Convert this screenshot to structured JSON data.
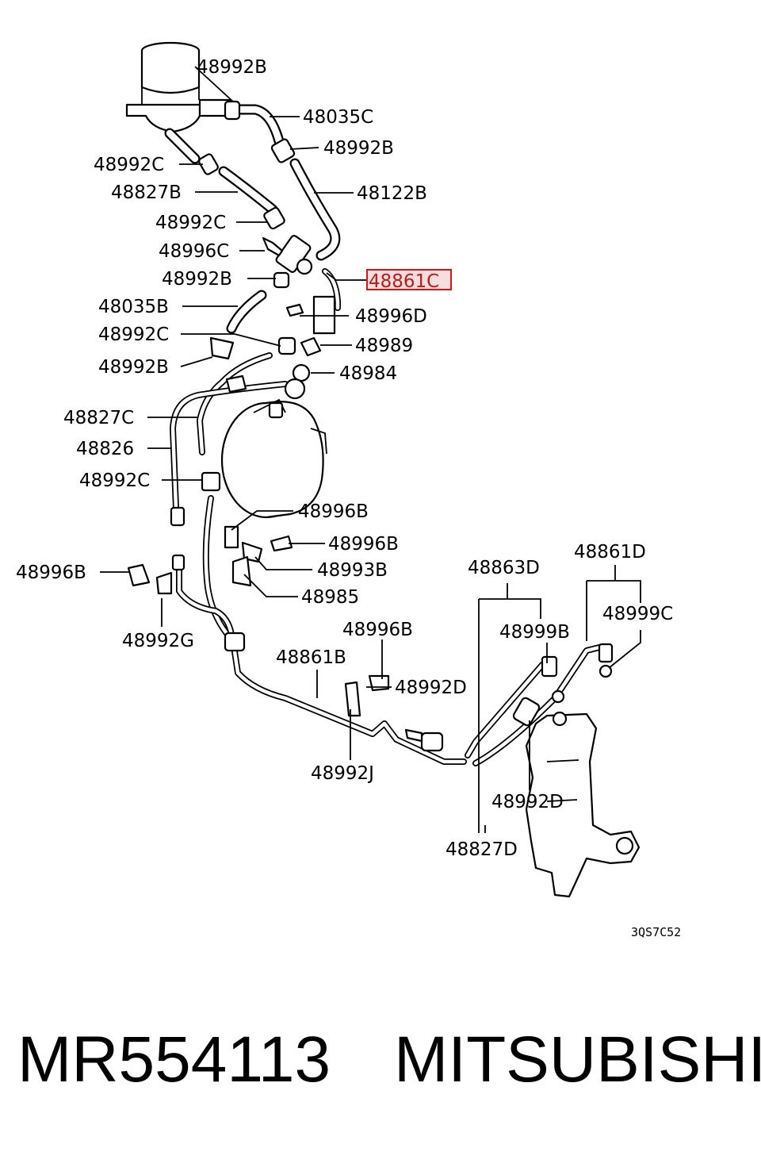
{
  "diagram": {
    "callouts": [
      {
        "id": "c01",
        "text": "48992B"
      },
      {
        "id": "c02",
        "text": "48035C"
      },
      {
        "id": "c03",
        "text": "48992B"
      },
      {
        "id": "c04",
        "text": "48992C"
      },
      {
        "id": "c05",
        "text": "48827B"
      },
      {
        "id": "c06",
        "text": "48122B"
      },
      {
        "id": "c07",
        "text": "48992C"
      },
      {
        "id": "c08",
        "text": "48996C"
      },
      {
        "id": "c09",
        "text": "48992B"
      },
      {
        "id": "c10",
        "text": "48861C",
        "highlighted": true
      },
      {
        "id": "c11",
        "text": "48035B"
      },
      {
        "id": "c12",
        "text": "48996D"
      },
      {
        "id": "c13",
        "text": "48992C"
      },
      {
        "id": "c14",
        "text": "48989"
      },
      {
        "id": "c15",
        "text": "48992B"
      },
      {
        "id": "c16",
        "text": "48984"
      },
      {
        "id": "c17",
        "text": "48827C"
      },
      {
        "id": "c18",
        "text": "48826"
      },
      {
        "id": "c19",
        "text": "48992C"
      },
      {
        "id": "c20",
        "text": "48996B"
      },
      {
        "id": "c21",
        "text": "48996B"
      },
      {
        "id": "c22",
        "text": "48993B"
      },
      {
        "id": "c23",
        "text": "48996B"
      },
      {
        "id": "c24",
        "text": "48985"
      },
      {
        "id": "c25",
        "text": "48861D"
      },
      {
        "id": "c26",
        "text": "48863D"
      },
      {
        "id": "c27",
        "text": "48999C"
      },
      {
        "id": "c28",
        "text": "48999B"
      },
      {
        "id": "c29",
        "text": "48992G"
      },
      {
        "id": "c30",
        "text": "48996B"
      },
      {
        "id": "c31",
        "text": "48861B"
      },
      {
        "id": "c32",
        "text": "48992D"
      },
      {
        "id": "c33",
        "text": "48992J"
      },
      {
        "id": "c34",
        "text": "48992D"
      },
      {
        "id": "c35",
        "text": "48827D"
      }
    ],
    "figure_code": "3QS7C52",
    "highlight_color": "#d01818"
  },
  "footer": {
    "part_number": "MR554113",
    "brand": "MITSUBISHI"
  }
}
